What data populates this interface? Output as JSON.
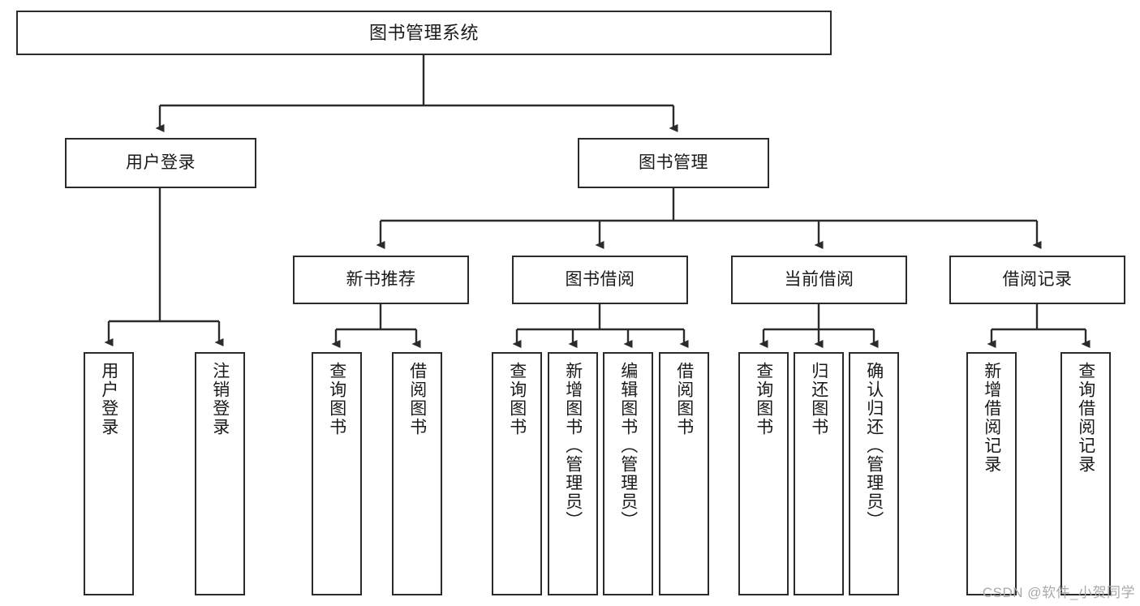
{
  "diagram": {
    "title": "图书管理系统",
    "type": "tree",
    "watermark": "CSDN @软件_小贺同学",
    "colors": {
      "border": "#2b2b2b",
      "background": "#ffffff",
      "text": "#1a1a1a",
      "edge": "#2b2b2b",
      "watermark": "#a9a9a9"
    }
  },
  "nodes": {
    "root": {
      "label": "图书管理系统"
    },
    "level2": [
      {
        "label": "用户登录"
      },
      {
        "label": "图书管理"
      }
    ],
    "level3": [
      {
        "label": "新书推荐"
      },
      {
        "label": "图书借阅"
      },
      {
        "label": "当前借阅"
      },
      {
        "label": "借阅记录"
      }
    ],
    "leaves": {
      "user_login": [
        {
          "label": "用户登录"
        },
        {
          "label": "注销登录"
        }
      ],
      "new_book_recommend": [
        {
          "label": "查询图书"
        },
        {
          "label": "借阅图书"
        }
      ],
      "book_borrow": [
        {
          "label": "查询图书"
        },
        {
          "label": "新增图书（管理员）"
        },
        {
          "label": "编辑图书（管理员）"
        },
        {
          "label": "借阅图书"
        }
      ],
      "current_borrow": [
        {
          "label": "查询图书"
        },
        {
          "label": "归还图书"
        },
        {
          "label": "确认归还（管理员）"
        }
      ],
      "borrow_record": [
        {
          "label": "新增借阅记录"
        },
        {
          "label": "查询借阅记录"
        }
      ]
    }
  }
}
